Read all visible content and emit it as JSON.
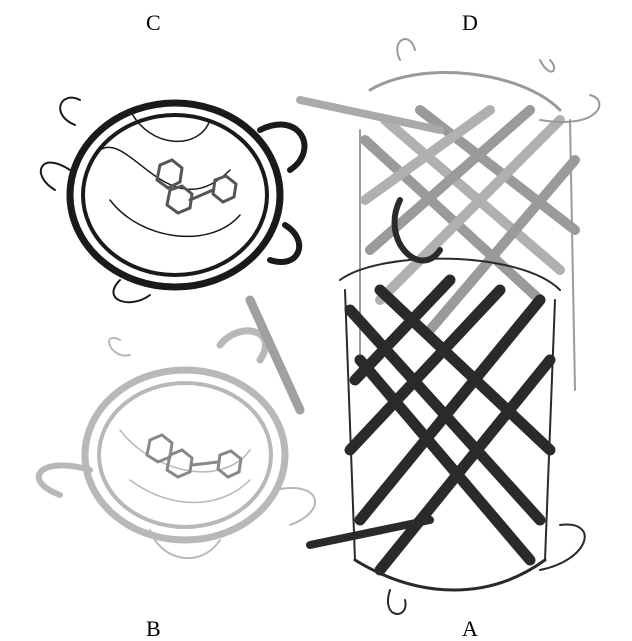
{
  "figure": {
    "labels": {
      "c": "C",
      "d": "D",
      "b": "B",
      "a": "A"
    }
  },
  "colors": {
    "chain_c": "#1a1a1a",
    "chain_b": "#b8b8b8",
    "chain_d": "#9a9a9a",
    "chain_a": "#2a2a2a",
    "background": "#ffffff"
  }
}
